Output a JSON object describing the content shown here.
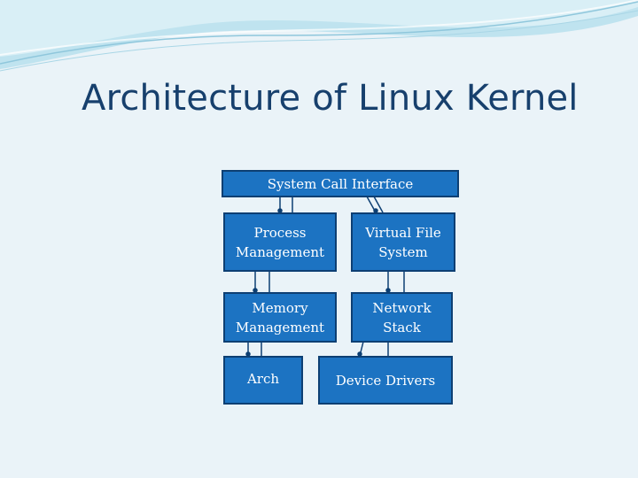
{
  "slide": {
    "title": "Architecture of Linux Kernel"
  },
  "diagram": {
    "system_call_interface": "System Call Interface",
    "process_management": "Process\nManagement",
    "virtual_file_system": "Virtual File\nSystem",
    "memory_management": "Memory\nManagement",
    "network_stack": "Network\nStack",
    "arch": "Arch",
    "device_drivers": "Device Drivers"
  },
  "colors": {
    "box_fill": "#1c73c2",
    "box_border": "#0d3f73",
    "title_text": "#17406d",
    "background": "#eaf3f8"
  }
}
